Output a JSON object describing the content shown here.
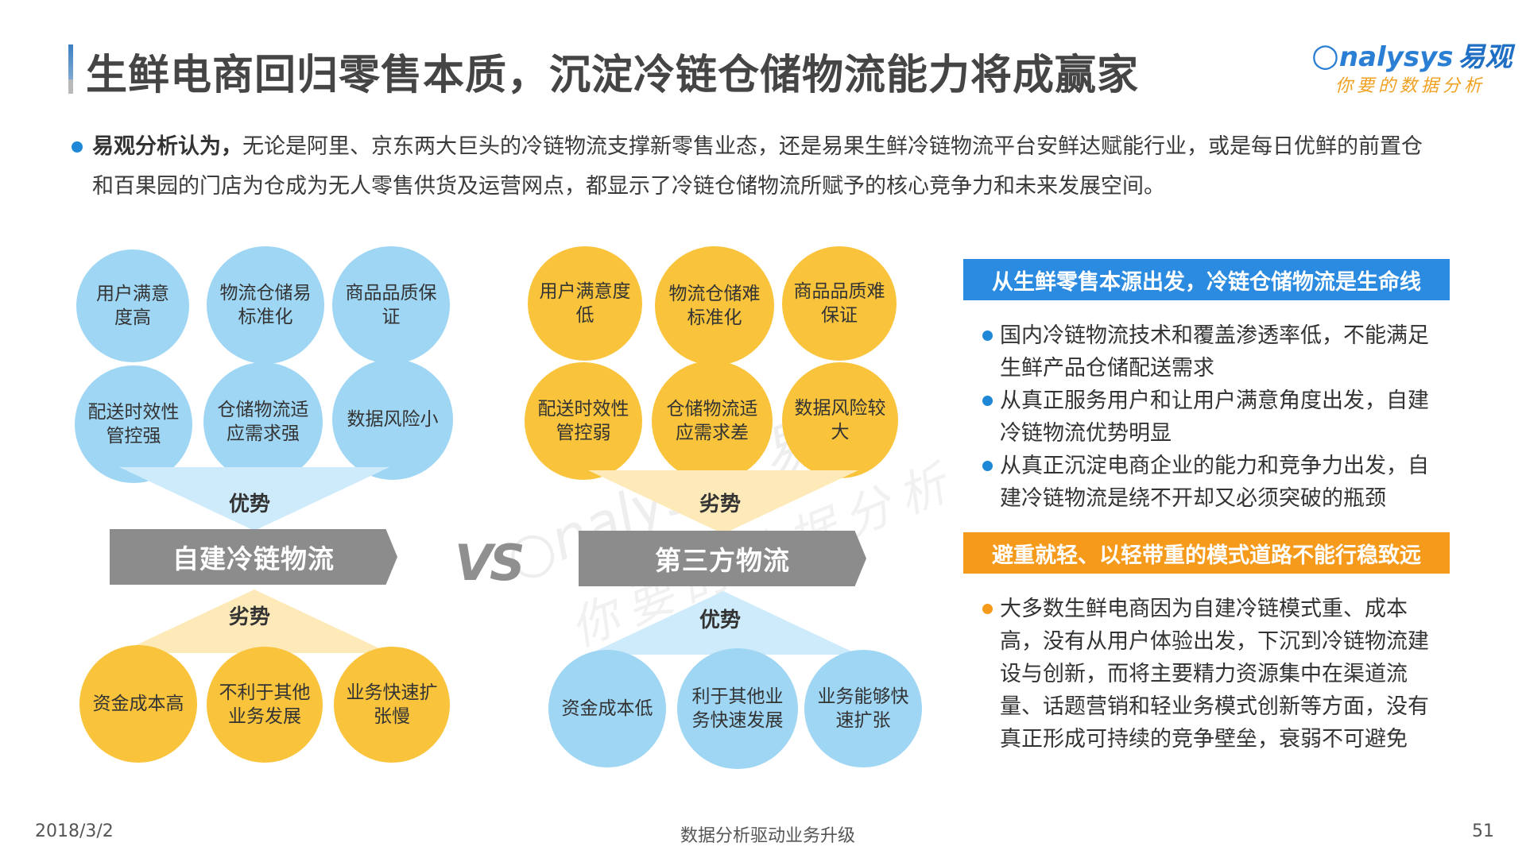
{
  "title": "生鲜电商回归零售本质，沉淀冷链仓储物流能力将成赢家",
  "logo": {
    "brand": "nalysys",
    "brand_cn": "易观",
    "slogan": "你要的数据分析"
  },
  "intro": {
    "bold": "易观分析认为，",
    "text": "无论是阿里、京东两大巨头的冷链物流支撑新零售业态，还是易果生鲜冷链物流平台安鲜达赋能行业，或是每日优鲜的前置仓和百果园的门店为仓成为无人零售供货及运营网点，都显示了冷链仓储物流所赋予的核心竞争力和未来发展空间。"
  },
  "self_built": {
    "label": "自建冷链物流",
    "advantage_label": "优势",
    "disadvantage_label": "劣势",
    "advantages": [
      "用户满意度高",
      "物流仓储易标准化",
      "商品品质保证",
      "配送时效性管控强",
      "仓储物流适应需求强",
      "数据风险小"
    ],
    "disadvantages": [
      "资金成本高",
      "不利于其他业务发展",
      "业务快速扩张慢"
    ]
  },
  "vs": "VS",
  "third_party": {
    "label": "第三方物流",
    "advantage_label": "优势",
    "disadvantage_label": "劣势",
    "disadvantages": [
      "用户满意度低",
      "物流仓储难标准化",
      "商品品质难保证",
      "配送时效性管控弱",
      "仓储物流适应需求差",
      "数据风险较大"
    ],
    "advantages": [
      "资金成本低",
      "利于其他业务快速发展",
      "业务能够快速扩张"
    ]
  },
  "right": {
    "head1": "从生鲜零售本源出发，冷链仓储物流是生命线",
    "points1": [
      "国内冷链物流技术和覆盖渗透率低，不能满足生鲜产品仓储配送需求",
      "从真正服务用户和让用户满意角度出发，自建冷链物流优势明显",
      "从真正沉淀电商企业的能力和竞争力出发，自建冷链物流是绕不开却又必须突破的瓶颈"
    ],
    "head2": "避重就轻、以轻带重的模式道路不能行稳致远",
    "points2": [
      "大多数生鲜电商因为自建冷链模式重、成本高，没有从用户体验出发，下沉到冷链物流建设与创新，而将主要精力资源集中在渠道流量、话题营销和轻业务模式创新等方面，没有真正形成可持续的竞争壁垒，衰弱不可避免"
    ]
  },
  "footer": {
    "date": "2018/3/2",
    "center": "数据分析驱动业务升级",
    "page": "51"
  },
  "colors": {
    "blue_circle": "#9fd6f4",
    "yellow_circle": "#f9c43c",
    "head_blue": "#2a8be0",
    "head_orange": "#f59a1b"
  }
}
